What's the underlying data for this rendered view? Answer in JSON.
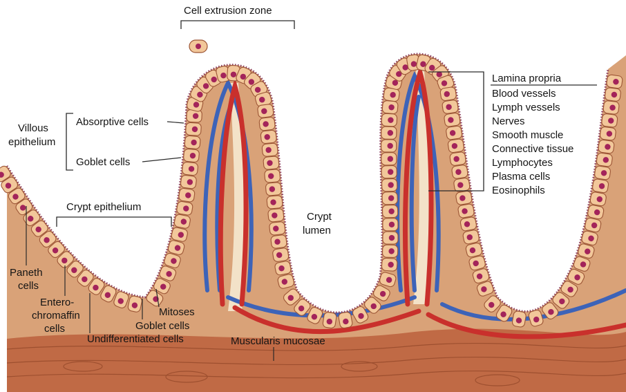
{
  "labels": {
    "cell_extrusion_zone": "Cell extrusion zone",
    "villous_epithelium_line1": "Villous",
    "villous_epithelium_line2": "epithelium",
    "absorptive_cells": "Absorptive cells",
    "goblet_cells_villus": "Goblet cells",
    "crypt_epithelium": "Crypt epithelium",
    "crypt_lumen_line1": "Crypt",
    "crypt_lumen_line2": "lumen",
    "paneth_cells_line1": "Paneth",
    "paneth_cells_line2": "cells",
    "enterochromaffin_line1": "Entero-",
    "enterochromaffin_line2": "chromaffin",
    "enterochromaffin_line3": "cells",
    "mitoses": "Mitoses",
    "goblet_cells_crypt": "Goblet cells",
    "undifferentiated_cells": "Undifferentiated cells",
    "muscularis_mucosae": "Muscularis mucosae"
  },
  "lamina_propria": {
    "title": "Lamina propria",
    "items": [
      "Blood vessels",
      "Lymph vessels",
      "Nerves",
      "Smooth muscle",
      "Connective tissue",
      "Lymphocytes",
      "Plasma cells",
      "Eosinophils"
    ]
  },
  "colors": {
    "tissue": "#d9a278",
    "tissue_dark": "#b8744e",
    "cell_fill": "#f2c79a",
    "cell_border": "#9c5535",
    "nucleus": "#a3245a",
    "microvilli": "#8a3a5c",
    "artery": "#c9302c",
    "vein": "#3d63b8",
    "lacteal": "#f3e2c8",
    "muscle": "#b55f3c",
    "goblet_spot": "#d46fa0"
  }
}
